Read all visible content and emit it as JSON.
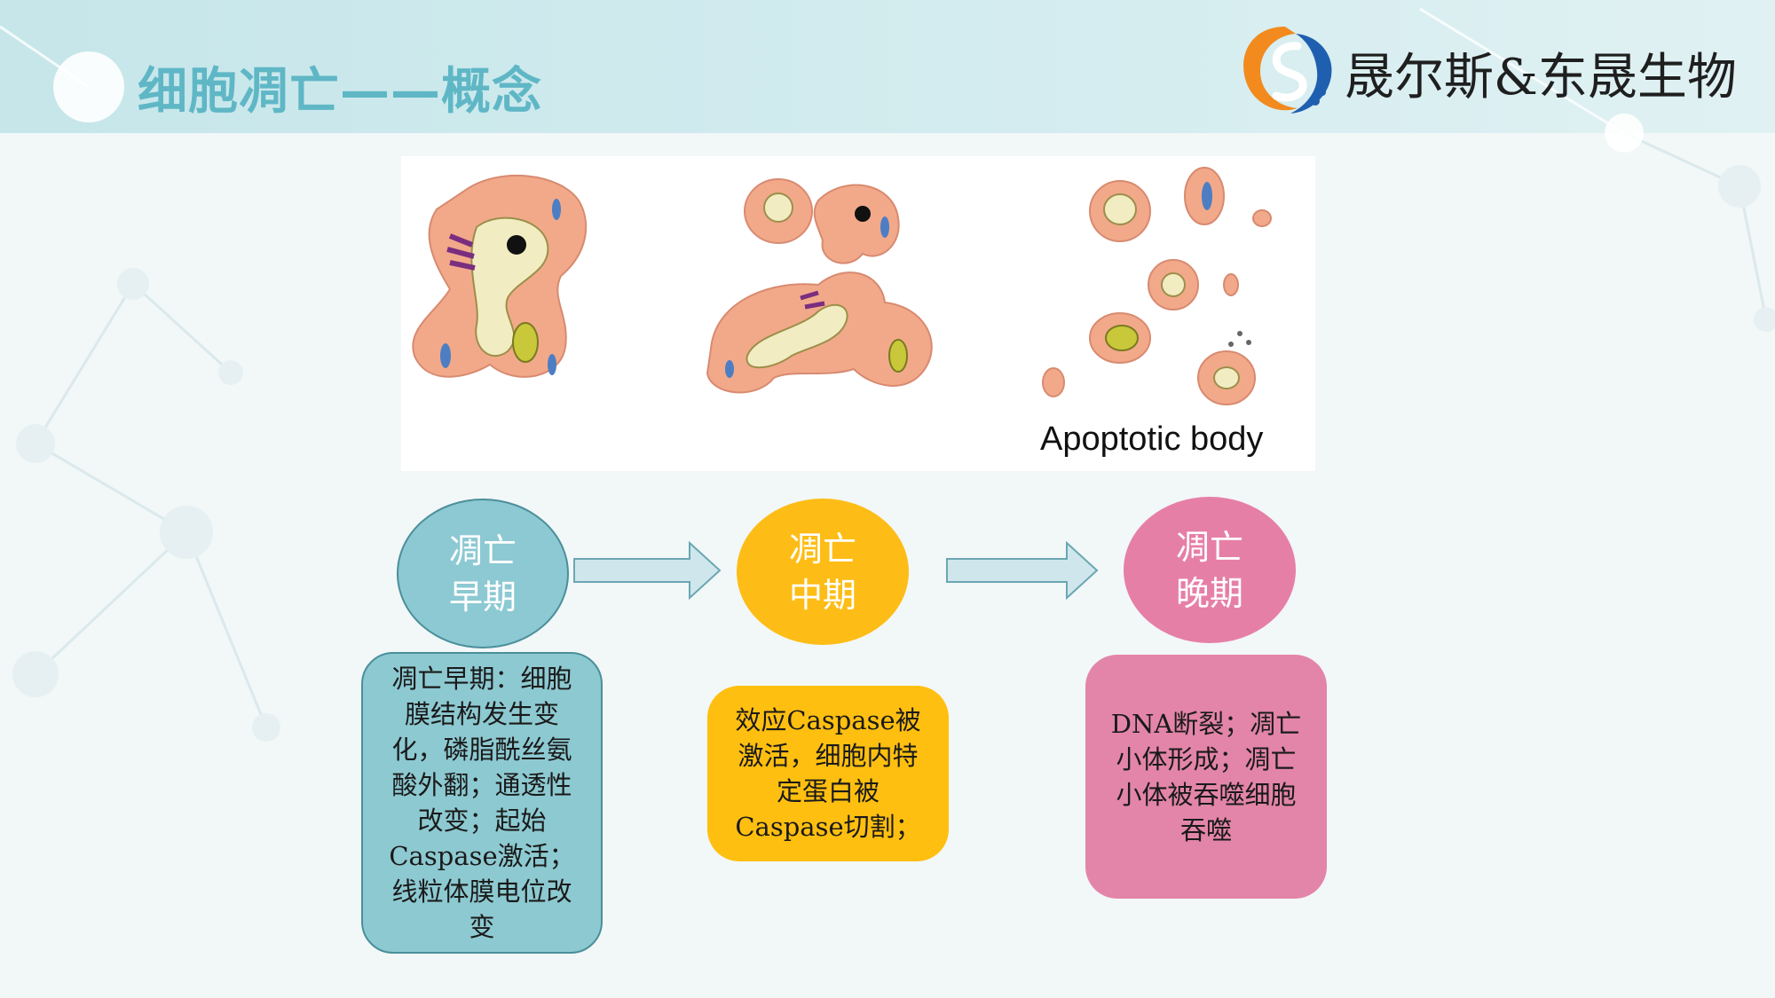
{
  "header": {
    "title": "细胞凋亡——概念",
    "brand": "晟尔斯&东晟生物"
  },
  "figure": {
    "caption": "Apoptotic body"
  },
  "stages": [
    {
      "line1": "凋亡",
      "line2": "早期",
      "color": "#8cc9d3"
    },
    {
      "line1": "凋亡",
      "line2": "中期",
      "color": "#fdbd16"
    },
    {
      "line1": "凋亡",
      "line2": "晚期",
      "color": "#e67fa6"
    }
  ],
  "descriptions": [
    {
      "text": "凋亡早期：细胞膜结构发生变化，磷脂酰丝氨酸外翻；通透性改变；起始Caspase激活；线粒体膜电位改变",
      "color": "#8dc9d1"
    },
    {
      "text": "效应Caspase被激活，细胞内特定蛋白被Caspase切割；",
      "color": "#ffbf10"
    },
    {
      "text": "DNA断裂；凋亡小体形成；凋亡小体被吞噬细胞吞噬",
      "color": "#e385a8"
    }
  ],
  "icons": {
    "logo": "company-logo-icon",
    "arrows": "right-arrow-icon"
  }
}
